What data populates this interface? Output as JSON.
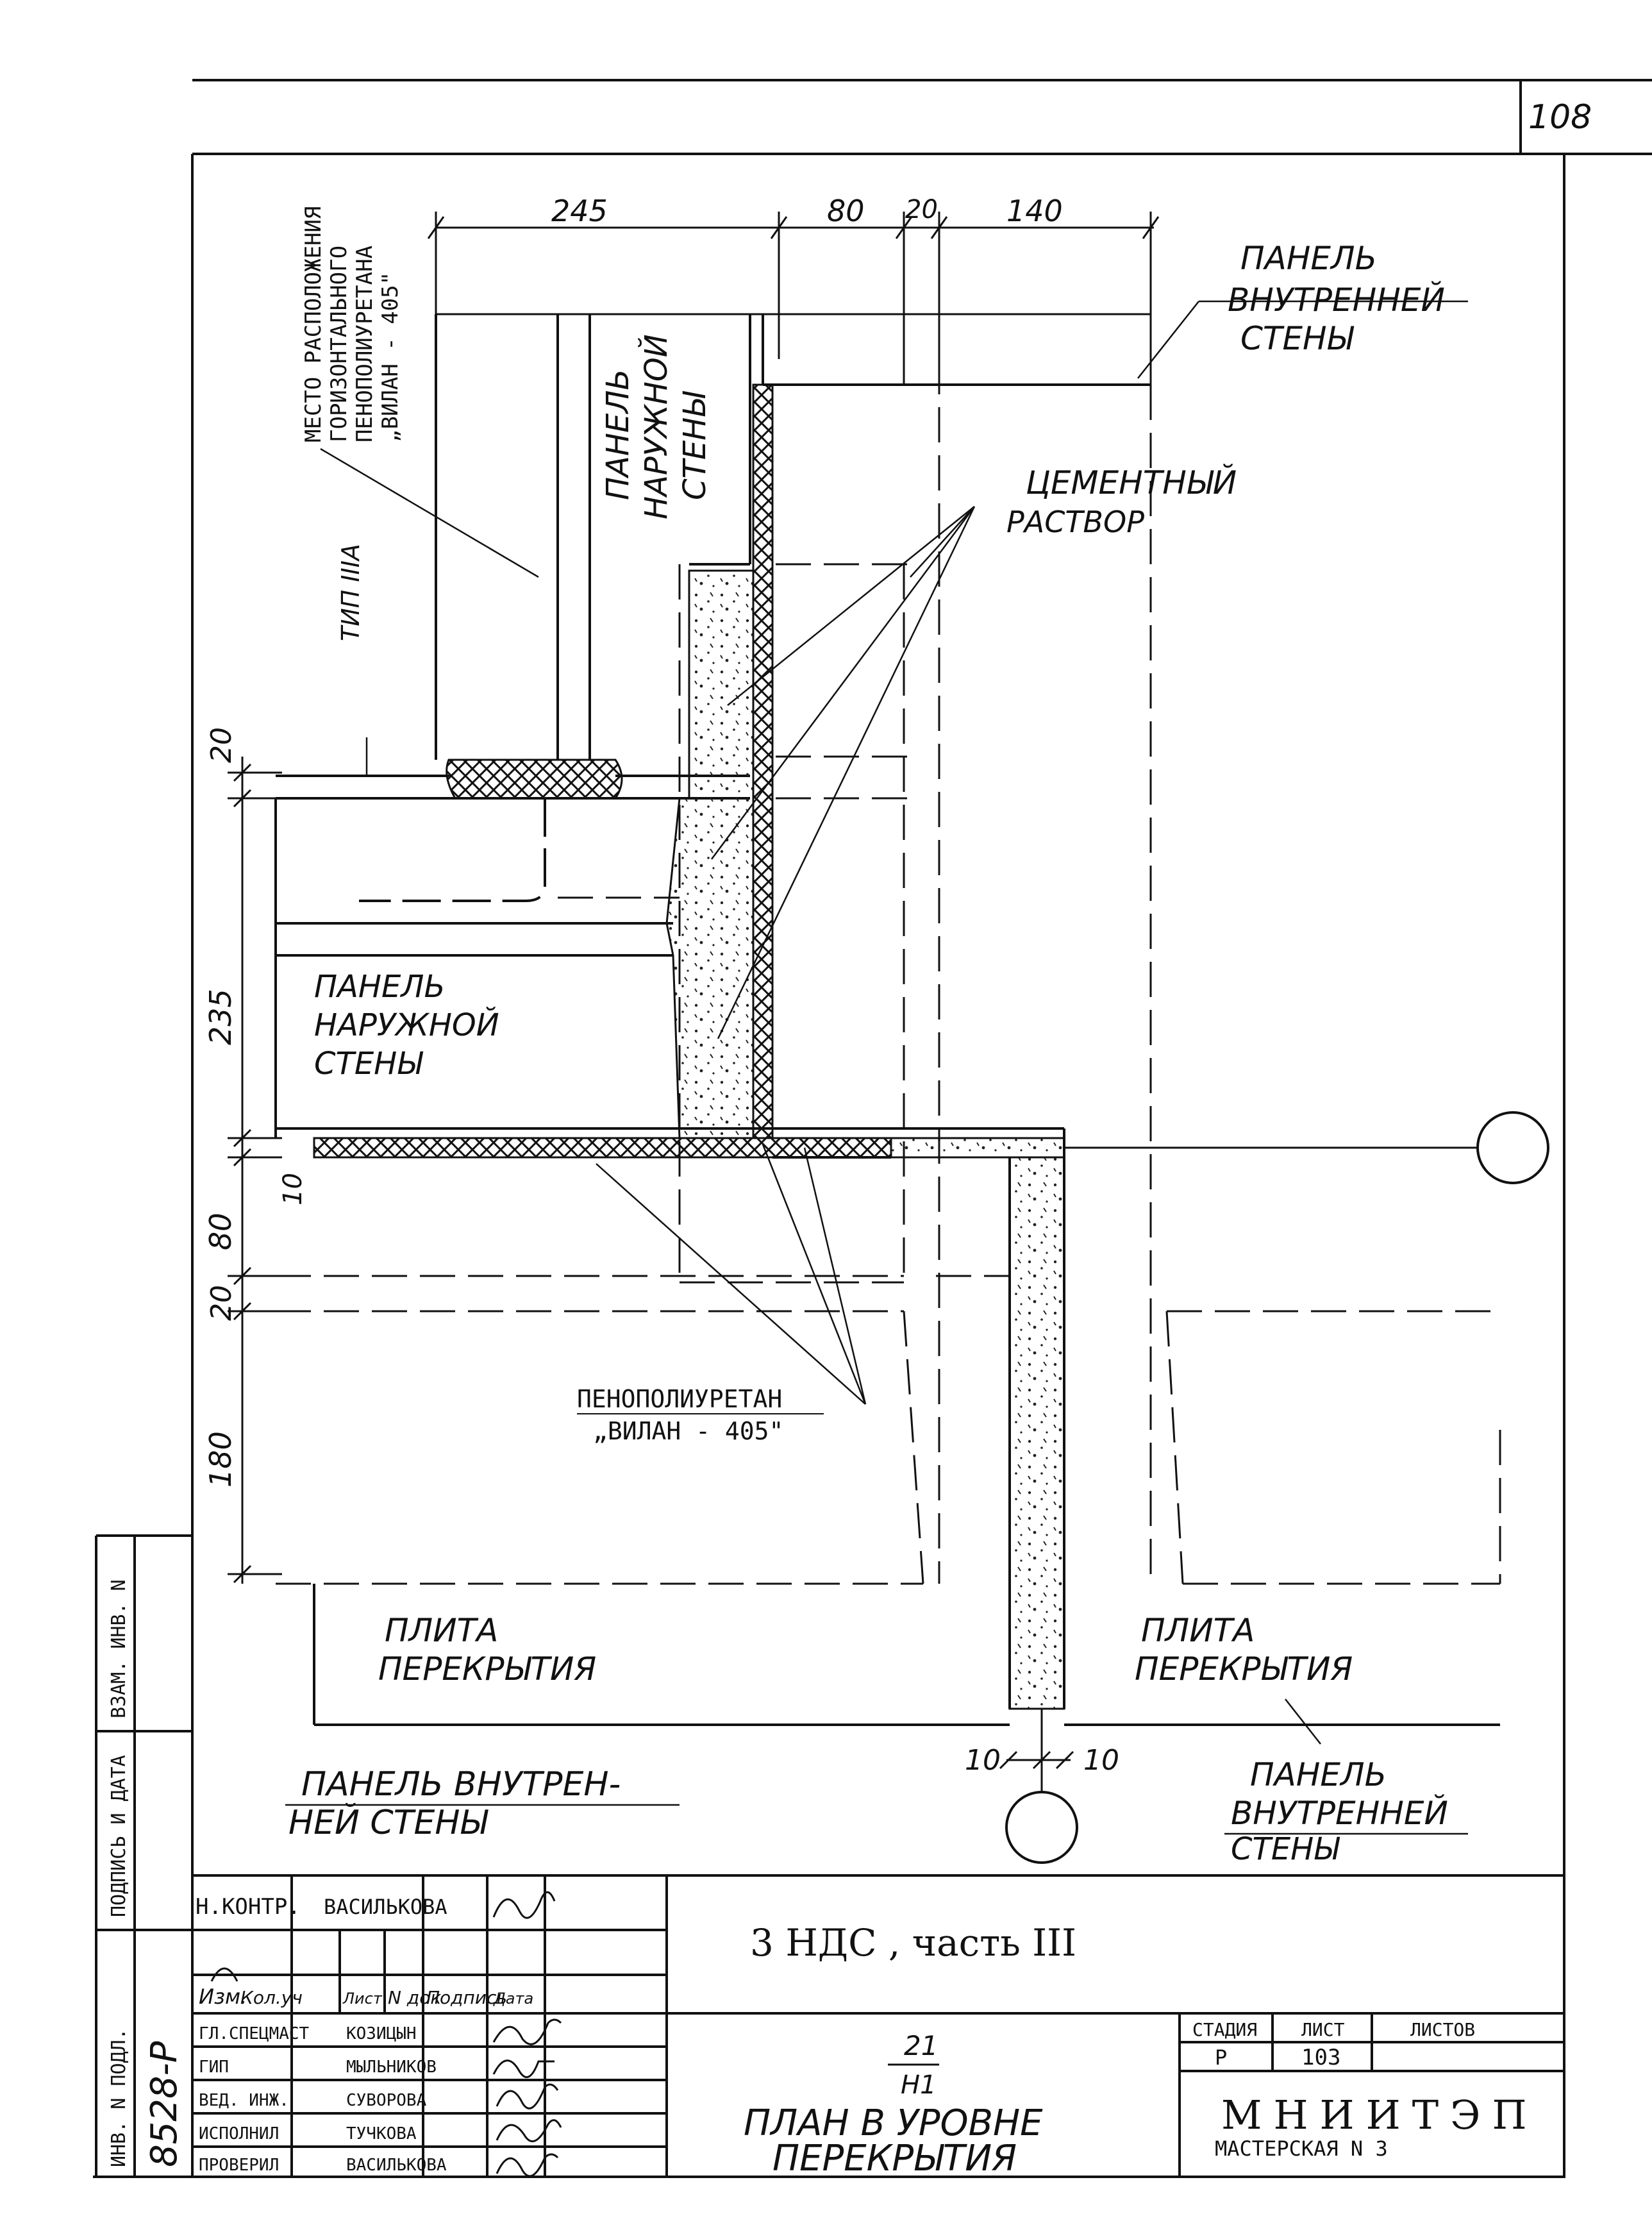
{
  "sheet": {
    "page_number": "108",
    "drawing_code": "3 НДС , часть III",
    "sheet_number": "21",
    "sheet_mark": "Н1",
    "drawing_title_line1": "ПЛАН В УРОВНЕ",
    "drawing_title_line2": "ПЕРЕКРЫТИЯ",
    "organization": "МНИИТЭП",
    "workshop": "МАСТЕРСКАЯ N 3"
  },
  "dimensions": {
    "top": [
      "245",
      "80",
      "20",
      "140"
    ],
    "left": [
      "20",
      "235",
      "10",
      "80",
      "20",
      "180"
    ],
    "bottom": [
      "10",
      "10"
    ]
  },
  "labels": {
    "placement_note": [
      "МЕСТО РАСПОЛОЖЕНИЯ",
      "ГОРИЗОНТАЛЬНОГО",
      "ПЕНОПОЛИУРЕТАНА",
      "„ВИЛАН - 405\""
    ],
    "type_label": "ТИП IIIА",
    "inner_wall_panel_top": [
      "ПАНЕЛЬ",
      "ВНУТРЕННЕЙ",
      "СТЕНЫ"
    ],
    "outer_wall_panel_vertical": [
      "ПАНЕЛЬ",
      "НАРУЖНОЙ",
      "СТЕНЫ"
    ],
    "cement_mortar": [
      "ЦЕМЕНТНЫЙ",
      "РАСТВОР"
    ],
    "outer_wall_panel_left": [
      "ПАНЕЛЬ",
      "НАРУЖНОЙ",
      "СТЕНЫ"
    ],
    "foam": [
      "ПЕНОПОЛИУРЕТАН",
      "„ВИЛАН - 405\""
    ],
    "floor_slab_left": [
      "ПЛИТА",
      "ПЕРЕКРЫТИЯ"
    ],
    "floor_slab_right": [
      "ПЛИТА",
      "ПЕРЕКРЫТИЯ"
    ],
    "inner_wall_panel_bottom_left": [
      "ПАНЕЛЬ ВНУТРЕН-",
      "НЕЙ СТЕНЫ"
    ],
    "inner_wall_panel_bottom_right": [
      "ПАНЕЛЬ",
      "ВНУТРЕННЕЙ",
      "СТЕНЫ"
    ]
  },
  "side_stamp": [
    "ИНВ. N ПОДЛ.",
    "ПОДПИСЬ И ДАТА",
    "ВЗАМ. ИНВ. N"
  ],
  "side_stamp_value": "8528-Р",
  "title_block": {
    "norm_control": {
      "role": "Н.КОНТР.",
      "name": "ВАСИЛЬКОВА"
    },
    "header": [
      "Изм.",
      "Кол.уч",
      "Лист",
      "N док",
      "Подпись",
      "Дата"
    ],
    "people": [
      {
        "role": "ГЛ.СПЕЦМАСТ",
        "name": "КОЗИЦЫН"
      },
      {
        "role": "ГИП",
        "name": "МЫЛЬНИКОВ"
      },
      {
        "role": "ВЕД. ИНЖ.",
        "name": "СУВОРОВА"
      },
      {
        "role": "ИСПОЛНИЛ",
        "name": "ТУЧКОВА"
      },
      {
        "role": "ПРОВЕРИЛ",
        "name": "ВАСИЛЬКОВА"
      }
    ],
    "stage_header": [
      "СТАДИЯ",
      "ЛИСТ",
      "ЛИСТОВ"
    ],
    "stage_values": [
      "Р",
      "103",
      ""
    ]
  }
}
